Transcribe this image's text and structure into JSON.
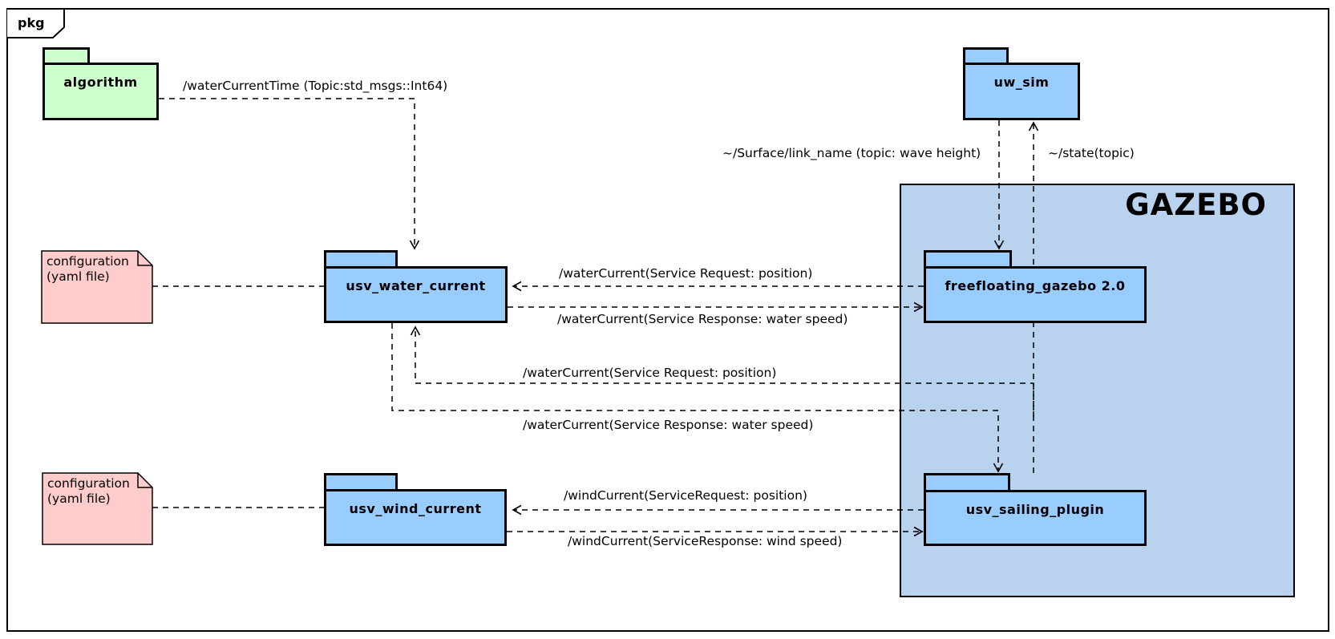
{
  "frame": {
    "tag": "pkg"
  },
  "colors": {
    "package_green": "#ccffcc",
    "package_blue": "#99ccff",
    "container_blue": "#b9d2ee",
    "note_pink": "#ffcccc",
    "line_black": "#000000"
  },
  "container": {
    "label": "GAZEBO"
  },
  "packages": {
    "algorithm": {
      "label": "algorithm"
    },
    "uw_sim": {
      "label": "uw_sim"
    },
    "usv_water_current": {
      "label": "usv_water_current"
    },
    "usv_wind_current": {
      "label": "usv_wind_current"
    },
    "freefloating_gazebo": {
      "label": "freefloating_gazebo 2.0"
    },
    "usv_sailing_plugin": {
      "label": "usv_sailing_plugin"
    }
  },
  "notes": {
    "config_water": {
      "text": "configuration\n(yaml file)"
    },
    "config_wind": {
      "text": "configuration\n(yaml file)"
    }
  },
  "edges": {
    "water_current_time": {
      "from": "algorithm",
      "to": "usv_water_current",
      "label": "/waterCurrentTime (Topic:std_msgs::Int64)"
    },
    "surface_link_name": {
      "from": "uw_sim",
      "to": "freefloating_gazebo",
      "label": "~/Surface/link_name (topic: wave height)"
    },
    "state_topic": {
      "from": "usv_sailing_plugin",
      "to": "uw_sim",
      "label": "~/state(topic)"
    },
    "note_water_attach": {
      "from": "config_water",
      "to": "usv_water_current",
      "label": ""
    },
    "note_wind_attach": {
      "from": "config_wind",
      "to": "usv_wind_current",
      "label": ""
    },
    "water_request_ff": {
      "from": "freefloating_gazebo",
      "to": "usv_water_current",
      "label": "/waterCurrent(Service Request: position)"
    },
    "water_response_ff": {
      "from": "usv_water_current",
      "to": "freefloating_gazebo",
      "label": "/waterCurrent(Service Response: water speed)"
    },
    "water_request_sail": {
      "from": "usv_sailing_plugin",
      "to": "usv_water_current",
      "label": "/waterCurrent(Service Request: position)"
    },
    "water_response_sail": {
      "from": "usv_water_current",
      "to": "usv_sailing_plugin",
      "label": "/waterCurrent(Service Response: water speed)"
    },
    "wind_request": {
      "from": "usv_sailing_plugin",
      "to": "usv_wind_current",
      "label": "/windCurrent(ServiceRequest: position)"
    },
    "wind_response": {
      "from": "usv_wind_current",
      "to": "usv_sailing_plugin",
      "label": "/windCurrent(ServiceResponse: wind speed)"
    }
  }
}
